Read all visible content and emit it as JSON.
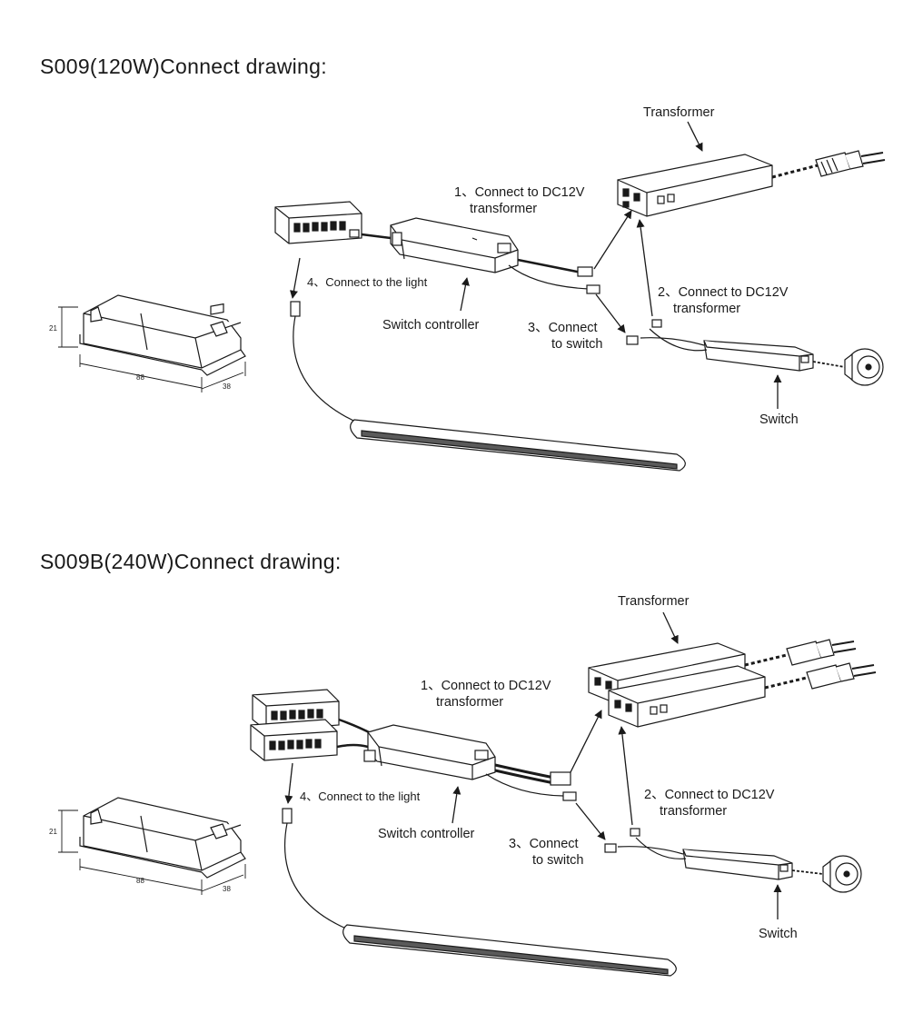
{
  "diagrams": [
    {
      "heading": "S009(120W)Connect drawing:",
      "labels": {
        "transformer": "Transformer",
        "step1_line1": "1、Connect to DC12V",
        "step1_line2": "transformer",
        "step2_line1": "2、Connect to DC12V",
        "step2_line2": "transformer",
        "step3_line1": "3、Connect",
        "step3_line2": "to switch",
        "step4": "4、Connect to the light",
        "switch_controller": "Switch controller",
        "switch": "Switch"
      },
      "dimensions": {
        "height": "21",
        "length": "88",
        "width": "38"
      }
    },
    {
      "heading": "S009B(240W)Connect drawing:",
      "labels": {
        "transformer": "Transformer",
        "step1_line1": "1、Connect to DC12V",
        "step1_line2": "transformer",
        "step2_line1": "2、Connect to DC12V",
        "step2_line2": "transformer",
        "step3_line1": "3、Connect",
        "step3_line2": "to switch",
        "step4": "4、Connect to the light",
        "switch_controller": "Switch controller",
        "switch": "Switch"
      },
      "dimensions": {
        "height": "21",
        "length": "88",
        "width": "38"
      }
    }
  ],
  "colors": {
    "line": "#1a1a1a",
    "fill": "#ffffff",
    "shade": "#d9d9d9",
    "lightbar": "#5a5a5a"
  }
}
